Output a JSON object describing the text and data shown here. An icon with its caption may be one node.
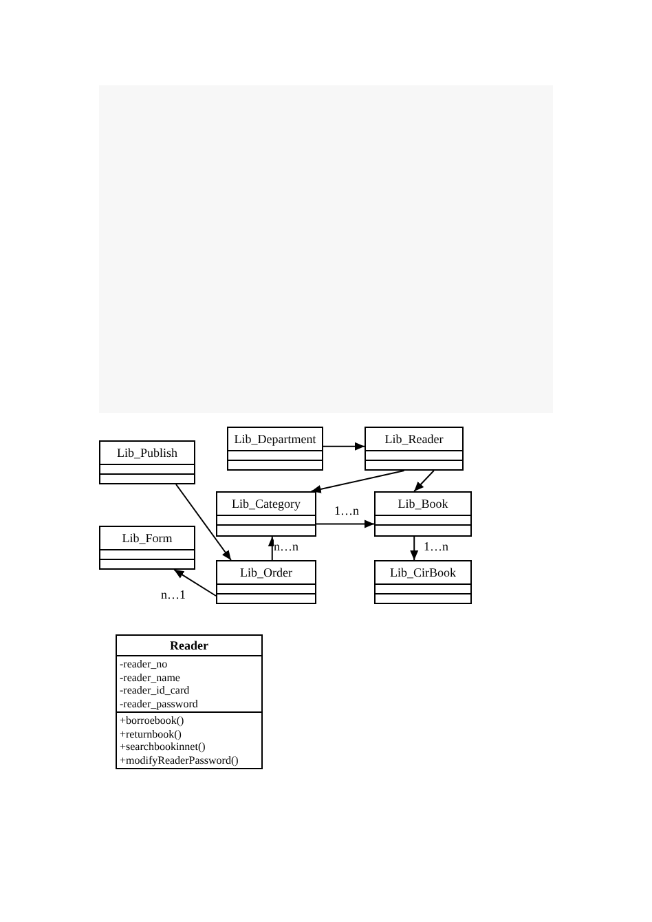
{
  "diagram": {
    "nodes": [
      {
        "text": [
          "Lib_Publish"
        ]
      },
      {
        "text": [
          "Lib_Department"
        ]
      },
      {
        "text": [
          "Lib_Reader"
        ]
      },
      {
        "text": [
          "Lib_Category"
        ]
      },
      {
        "text": [
          "Lib_Book"
        ]
      },
      {
        "text": [
          "Lib_Form"
        ]
      },
      {
        "text": [
          "Lib_Order"
        ]
      },
      {
        "text": [
          "Lib_CirBook"
        ]
      },
      {
        "text": [
          "Reader",
          "-reader_no",
          "-reader_name",
          "-reader_id_card",
          "-reader_password",
          "+borroebook()",
          "+returnbook()",
          "+searchbookinnet()",
          "+modifyReaderPassword()"
        ]
      }
    ],
    "edges": [
      {
        "from": 1,
        "to": 2,
        "arrow": "to"
      },
      {
        "from": 2,
        "to": 3,
        "arrow": "to"
      },
      {
        "from": 2,
        "to": 4,
        "arrow": "to"
      },
      {
        "from": 3,
        "to": 4,
        "arrow": "to",
        "label": "1…n"
      },
      {
        "from": 0,
        "to": 6,
        "arrow": "to"
      },
      {
        "from": 6,
        "to": 3,
        "arrow": "to",
        "label": "n…n"
      },
      {
        "from": 4,
        "to": 7,
        "arrow": "to",
        "label": "1…n"
      },
      {
        "from": 6,
        "to": 5,
        "arrow": "to",
        "label": "n…1"
      }
    ]
  }
}
